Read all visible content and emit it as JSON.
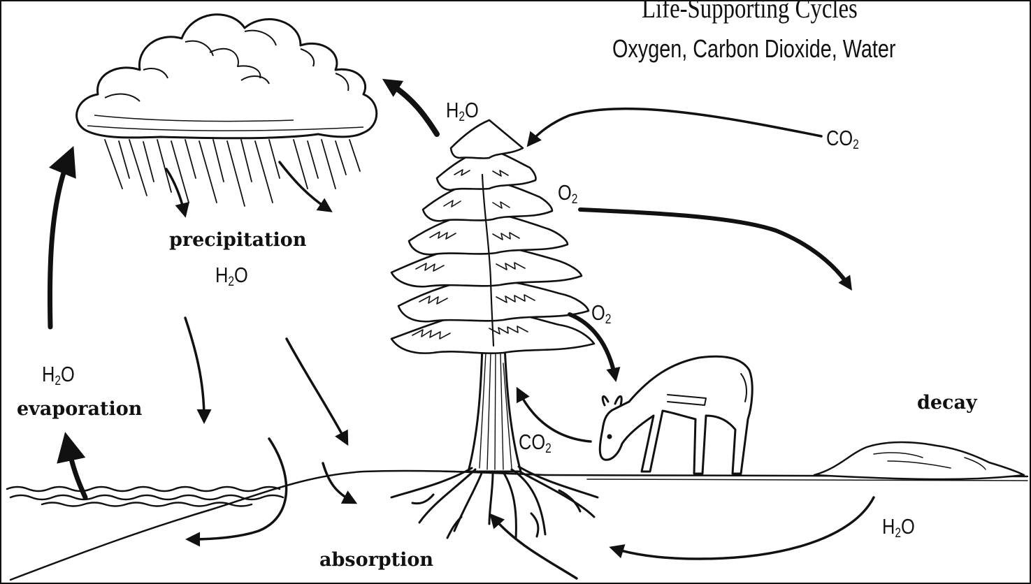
{
  "title": "Life-Supporting Cycles",
  "subtitle": "Oxygen, Carbon Dioxide, Water",
  "labels": {
    "precipitation": "precipitation",
    "evaporation": "evaporation",
    "absorption": "absorption",
    "decay": "decay"
  },
  "formulas": {
    "water": {
      "main": "H",
      "sub": "2",
      "tail": "O"
    },
    "oxygen": {
      "main": "O",
      "sub": "2"
    },
    "carbon_dioxide": {
      "main": "CO",
      "sub": "2"
    }
  },
  "colors": {
    "ink": "#111111",
    "background": "#ffffff"
  }
}
